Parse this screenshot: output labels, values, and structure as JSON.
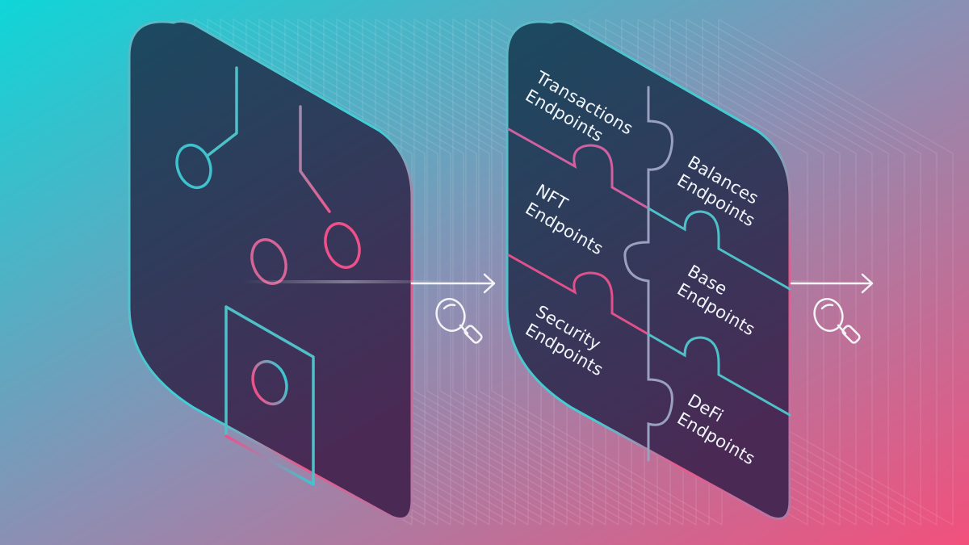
{
  "colors": {
    "bg_cyan": "#0fd6d8",
    "bg_pink": "#f2547d",
    "panel_top": "#1a4a60",
    "panel_bottom": "#4a2a55",
    "line_cyan": "#36c8d0",
    "line_pink": "#ee4a86",
    "line_white": "#f4f4f6"
  },
  "source_panel": {
    "icon": "circuit-chip-icon"
  },
  "flow_icons": [
    "arrow-right-icon",
    "magnifier-icon"
  ],
  "endpoint_tiles": [
    {
      "id": "transactions",
      "line1": "Transactions",
      "line2": "Endpoints"
    },
    {
      "id": "balances",
      "line1": "Balances",
      "line2": "Endpoints"
    },
    {
      "id": "nft",
      "line1": "NFT",
      "line2": "Endpoints"
    },
    {
      "id": "base",
      "line1": "Base",
      "line2": "Endpoints"
    },
    {
      "id": "security",
      "line1": "Security",
      "line2": "Endpoints"
    },
    {
      "id": "defi",
      "line1": "DeFi",
      "line2": "Endpoints"
    }
  ]
}
